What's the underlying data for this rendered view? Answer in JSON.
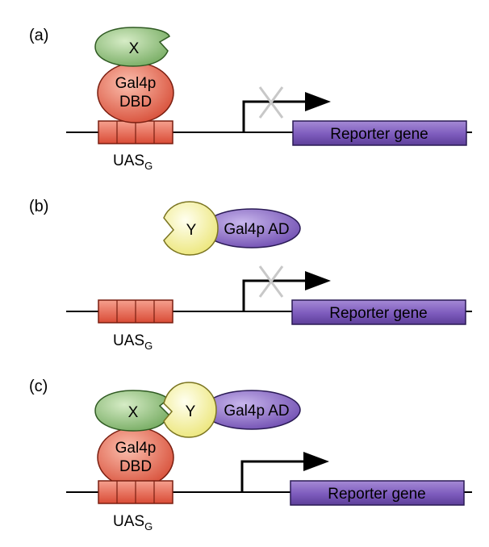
{
  "panels": [
    {
      "label": "(a)",
      "blocked": true,
      "x_protein": "X",
      "dbd_line1": "Gal4p",
      "dbd_line2": "DBD",
      "uas_main": "UAS",
      "uas_sub": "G",
      "reporter": "Reporter gene"
    },
    {
      "label": "(b)",
      "blocked": true,
      "y_protein": "Y",
      "ad_label": "Gal4p AD",
      "uas_main": "UAS",
      "uas_sub": "G",
      "reporter": "Reporter gene"
    },
    {
      "label": "(c)",
      "blocked": false,
      "x_protein": "X",
      "y_protein": "Y",
      "ad_label": "Gal4p AD",
      "dbd_line1": "Gal4p",
      "dbd_line2": "DBD",
      "uas_main": "UAS",
      "uas_sub": "G",
      "reporter": "Reporter gene"
    }
  ],
  "colors": {
    "x_protein": "#8fbf7a",
    "dbd": "#e86a55",
    "y_protein": "#f6f19a",
    "ad": "#8c6cc4",
    "uas": "#e8604c",
    "reporter": "#7a56b8",
    "block_x": "#c8c8c8"
  }
}
